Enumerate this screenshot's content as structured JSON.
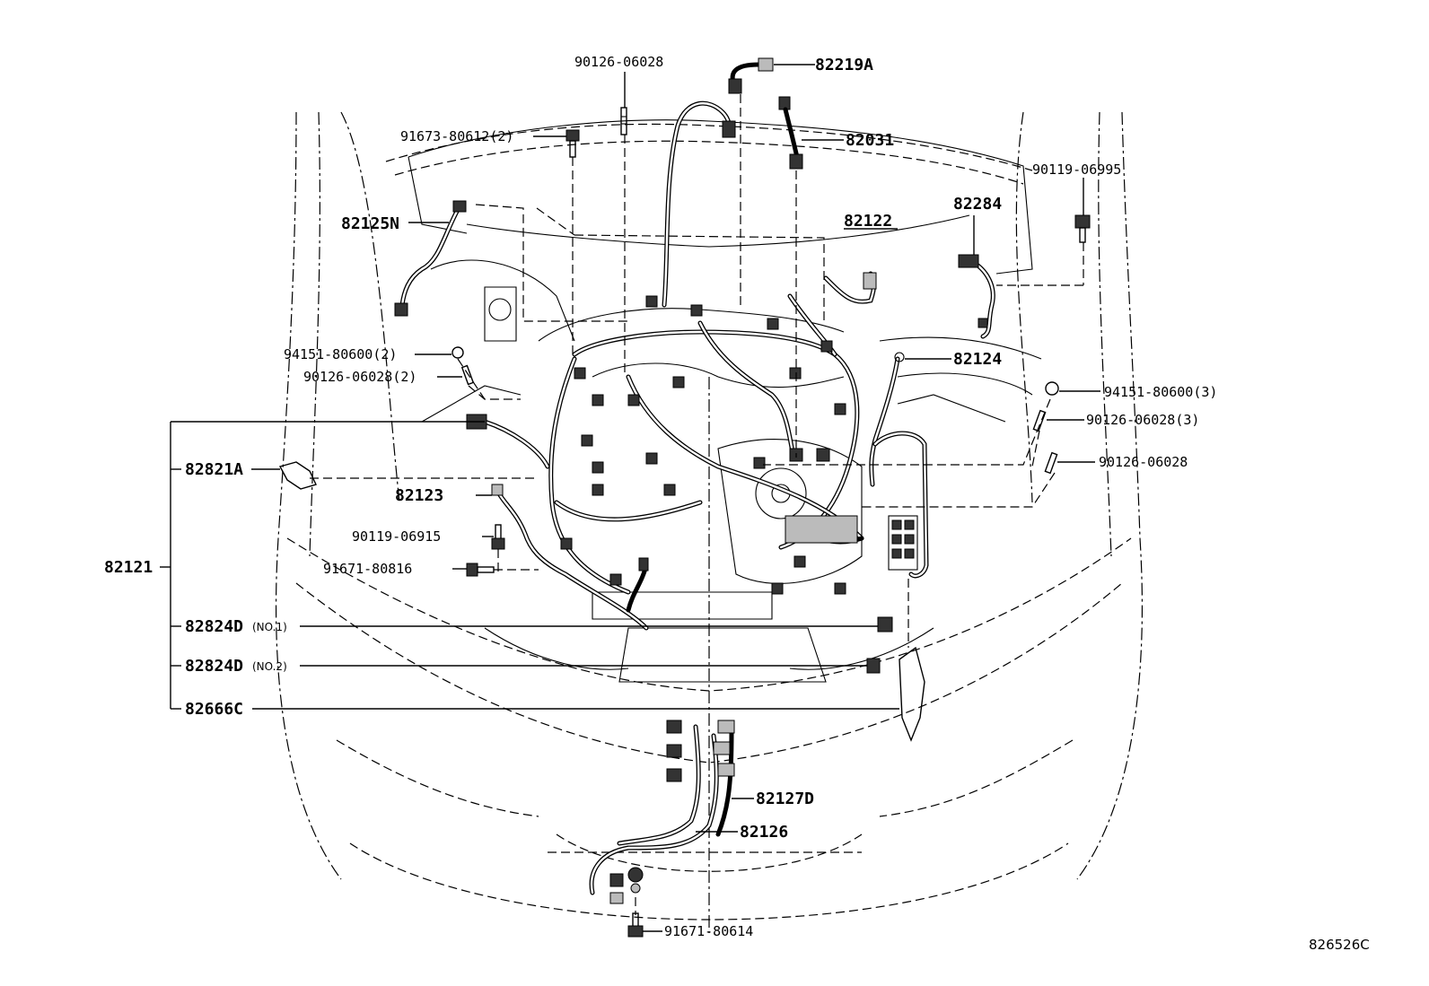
{
  "diagram": {
    "figure_code": "826526C",
    "labels": {
      "p90126_06028_top": "90126-06028",
      "p82219A": "82219A",
      "p91673_80612": "91673-80612(2)",
      "p82031": "82031",
      "p90119_06995": "90119-06995",
      "p82125N": "82125N",
      "p82122": "82122",
      "p82284": "82284",
      "p94151_80600_2": "94151-80600(2)",
      "p90126_06028_2": "90126-06028(2)",
      "p82124": "82124",
      "p94151_80600_3": "94151-80600(3)",
      "p90126_06028_3": "90126-06028(3)",
      "p90126_06028_right": "90126-06028",
      "p82821A": "82821A",
      "p82123": "82123",
      "p90119_06915": "90119-06915",
      "p82121": "82121",
      "p91671_80816": "91671-80816",
      "p82824D_no1": "82824D",
      "p82824D_no1_note": "(NO.1)",
      "p82824D_no2": "82824D",
      "p82824D_no2_note": "(NO.2)",
      "p82666C": "82666C",
      "p82127D": "82127D",
      "p82126": "82126",
      "p91671_80614": "91671-80614"
    }
  }
}
